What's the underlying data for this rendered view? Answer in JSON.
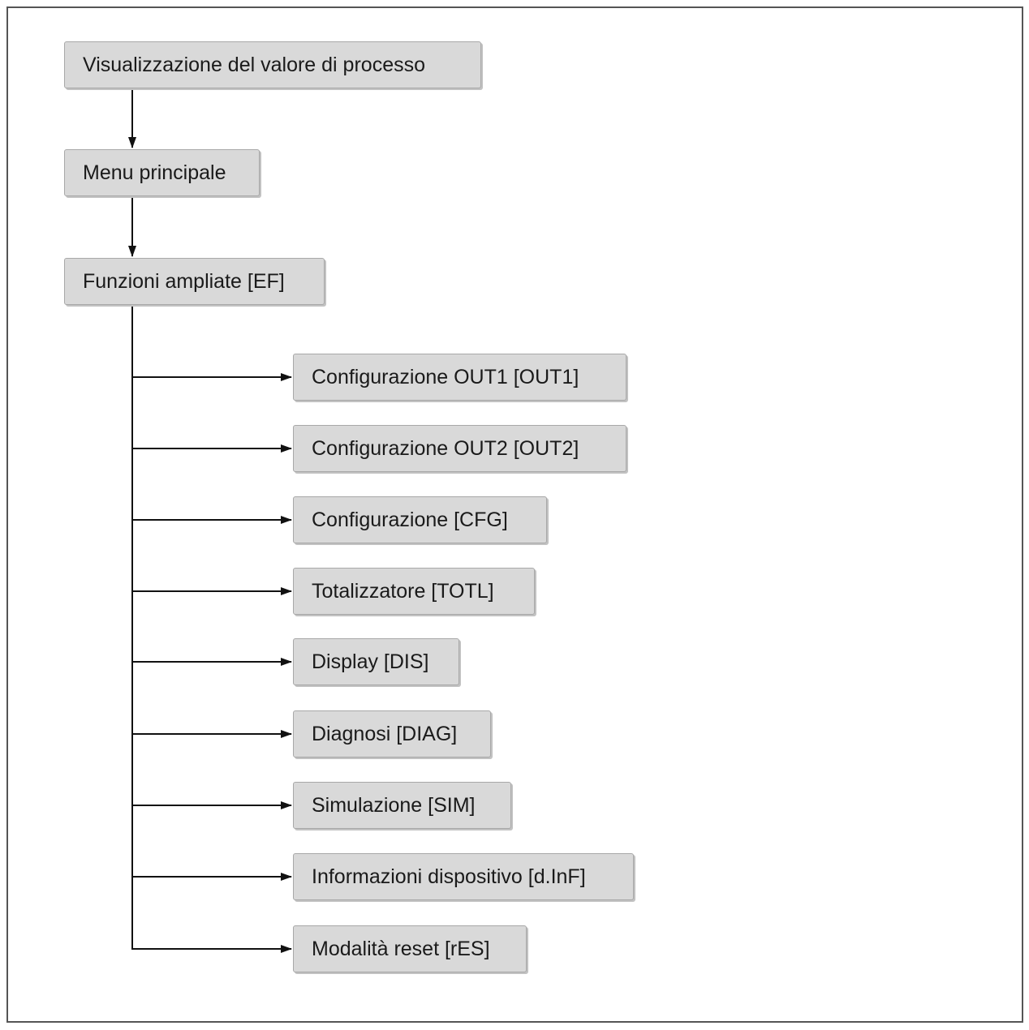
{
  "diagram": {
    "top_nodes": [
      {
        "id": "process",
        "label": "Visualizzazione del valore di processo"
      },
      {
        "id": "main",
        "label": "Menu principale"
      },
      {
        "id": "ef",
        "label": "Funzioni ampliate [EF]"
      }
    ],
    "branches": [
      {
        "id": "out1",
        "label": "Configurazione OUT1 [OUT1]"
      },
      {
        "id": "out2",
        "label": "Configurazione OUT2 [OUT2]"
      },
      {
        "id": "cfg",
        "label": "Configurazione [CFG]"
      },
      {
        "id": "totl",
        "label": "Totalizzatore [TOTL]"
      },
      {
        "id": "dis",
        "label": "Display [DIS]"
      },
      {
        "id": "diag",
        "label": "Diagnosi [DIAG]"
      },
      {
        "id": "sim",
        "label": "Simulazione [SIM]"
      },
      {
        "id": "dinf",
        "label": "Informazioni dispositivo [d.InF]"
      },
      {
        "id": "res",
        "label": "Modalità reset [rES]"
      }
    ]
  }
}
